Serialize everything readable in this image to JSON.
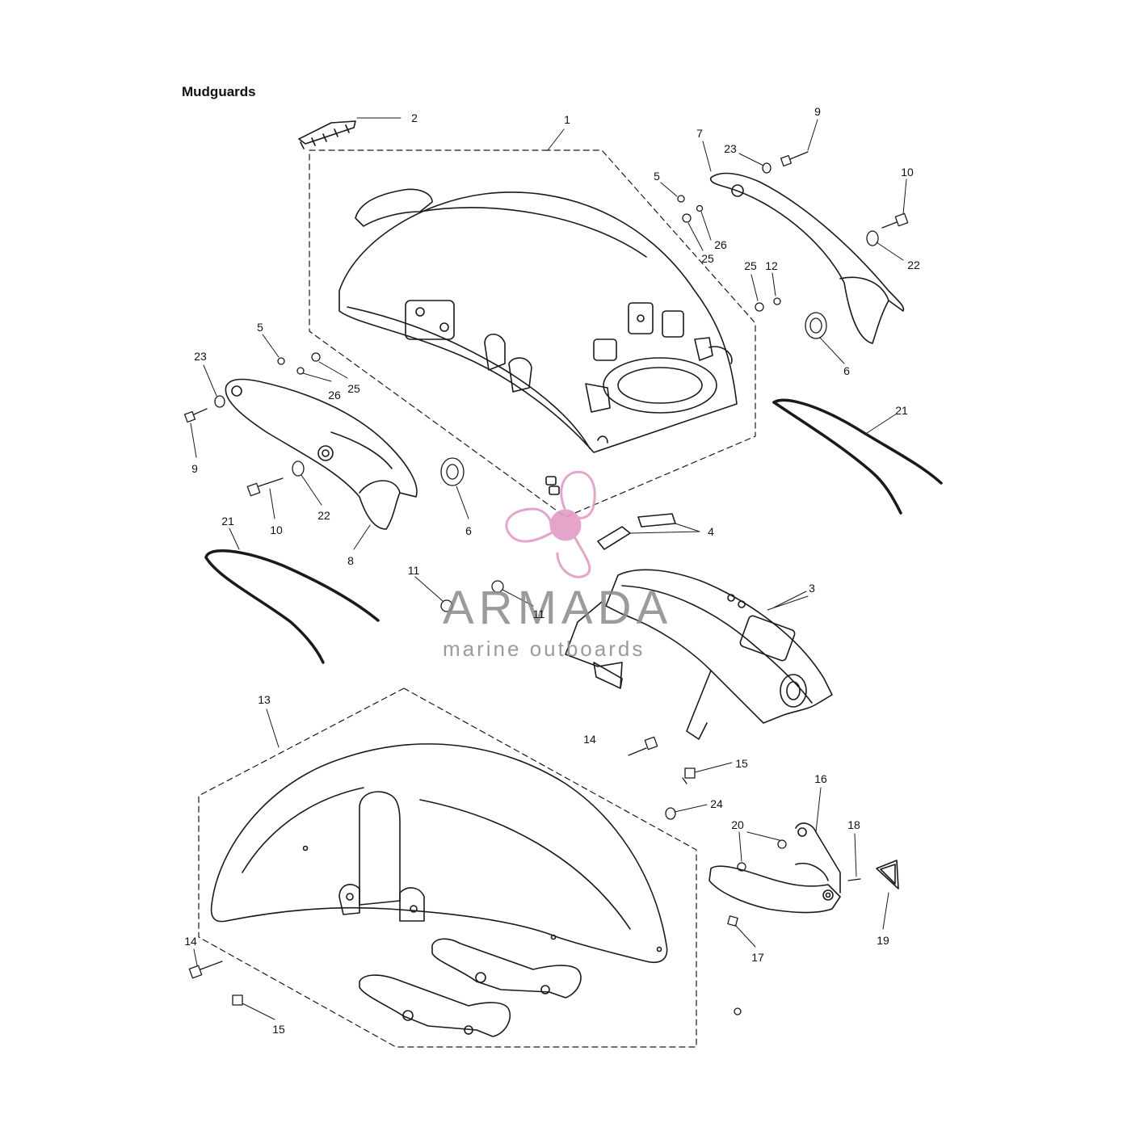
{
  "title": "Mudguards",
  "colors": {
    "line": "#1a1a1a",
    "watermark_pink": "#e39bc4",
    "watermark_gray": "#8a8a8a"
  },
  "watermark": {
    "brand": "ARMADA",
    "tagline": "marine outboards",
    "icon": "propeller-logo"
  },
  "callouts": {
    "c1": "1",
    "c2": "2",
    "c3": "3",
    "c4": "4",
    "c5a": "5",
    "c5b": "5",
    "c6a": "6",
    "c6b": "6",
    "c7": "7",
    "c8": "8",
    "c9a": "9",
    "c9b": "9",
    "c10a": "10",
    "c10b": "10",
    "c11a": "11",
    "c11b": "11",
    "c12": "12",
    "c13": "13",
    "c14a": "14",
    "c14b": "14",
    "c15a": "15",
    "c15b": "15",
    "c16": "16",
    "c17": "17",
    "c18": "18",
    "c19": "19",
    "c20": "20",
    "c21a": "21",
    "c21b": "21",
    "c22a": "22",
    "c22b": "22",
    "c23a": "23",
    "c23b": "23",
    "c24": "24",
    "c25a": "25",
    "c25b": "25",
    "c25c": "25",
    "c26a": "26",
    "c26b": "26"
  }
}
